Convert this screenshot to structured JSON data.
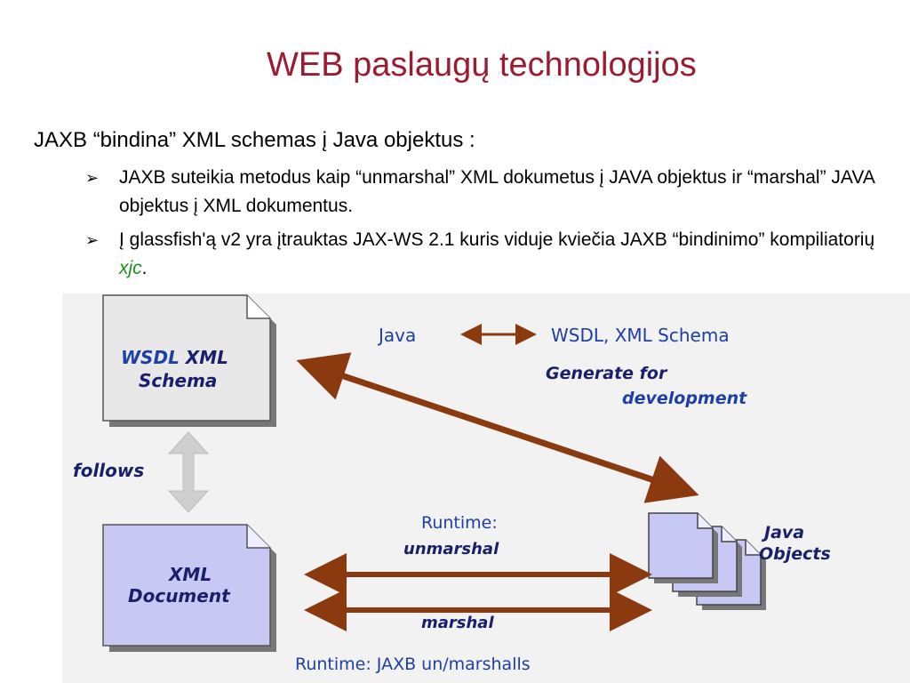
{
  "title": "WEB paslaugų technologijos",
  "intro": "JAXB “bindina” XML schemas į Java objektus :",
  "bullets": [
    {
      "text": "JAXB suteikia metodus kaip “unmarshal” XML dokumetus į JAVA objektus ir “marshal” JAVA objektus į XML dokumentus."
    },
    {
      "text_before": "Į glassfish'ą v2 yra įtrauktas JAX-WS 2.1 kuris viduje kviečia JAXB “bindinimo” kompiliatorių ",
      "highlight": "xjc",
      "text_after": "."
    }
  ],
  "diagram": {
    "wsdl_doc": {
      "line1_part1": "WSDL",
      "line1_part2": " XML",
      "line2": "Schema"
    },
    "xml_doc": {
      "line1": "XML",
      "line2": "Document"
    },
    "java_objects": {
      "line1": "Java",
      "line2": "Objects"
    },
    "follows": "follows",
    "java_label": "Java",
    "wsdl_schema_label": "WSDL, XML Schema",
    "generate_for": "Generate for",
    "development": "development",
    "runtime": "Runtime:",
    "unmarshal": "unmarshal",
    "marshal": "marshal",
    "runtime_jaxb": "Runtime: JAXB un/marshalls"
  },
  "colors": {
    "title": "#9b1b30",
    "arrow": "#8b3a10",
    "blue_text": "#1e3fa8",
    "dark_blue_text": "#1a1f6b",
    "xjc": "#1a8f1a",
    "wsdl_box": "#e8e8e8",
    "doc_box": "#c8c8f4"
  }
}
